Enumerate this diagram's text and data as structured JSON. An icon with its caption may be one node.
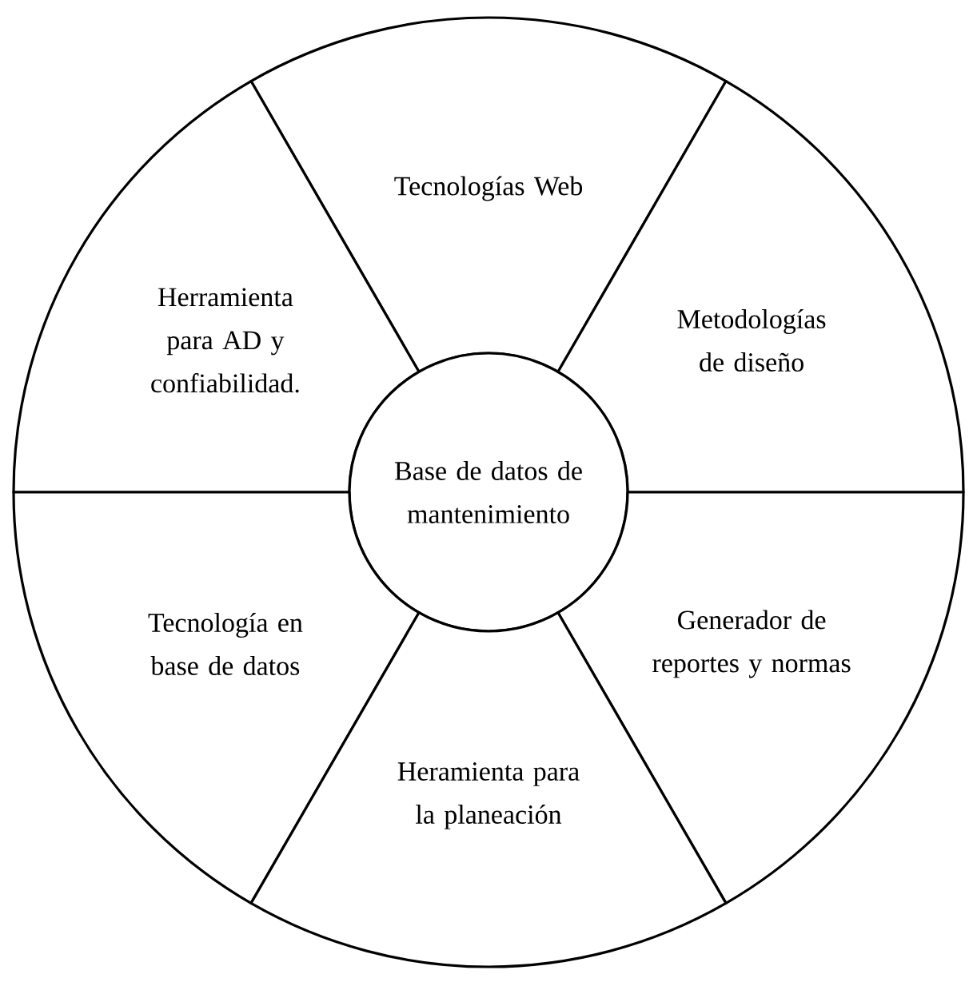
{
  "diagram": {
    "nodes": [
      {
        "text": [
          "Tecnologías Web"
        ]
      },
      {
        "text": [
          "Herramienta para AD y confiabilidad."
        ]
      },
      {
        "text": [
          "Metodologías de diseño"
        ]
      },
      {
        "text": [
          "Base de datos de mantenimiento"
        ]
      },
      {
        "text": [
          "Tecnología en base de datos"
        ]
      },
      {
        "text": [
          "Generador de reportes y normas"
        ]
      },
      {
        "text": [
          "Heramienta para la planeación"
        ]
      }
    ]
  }
}
